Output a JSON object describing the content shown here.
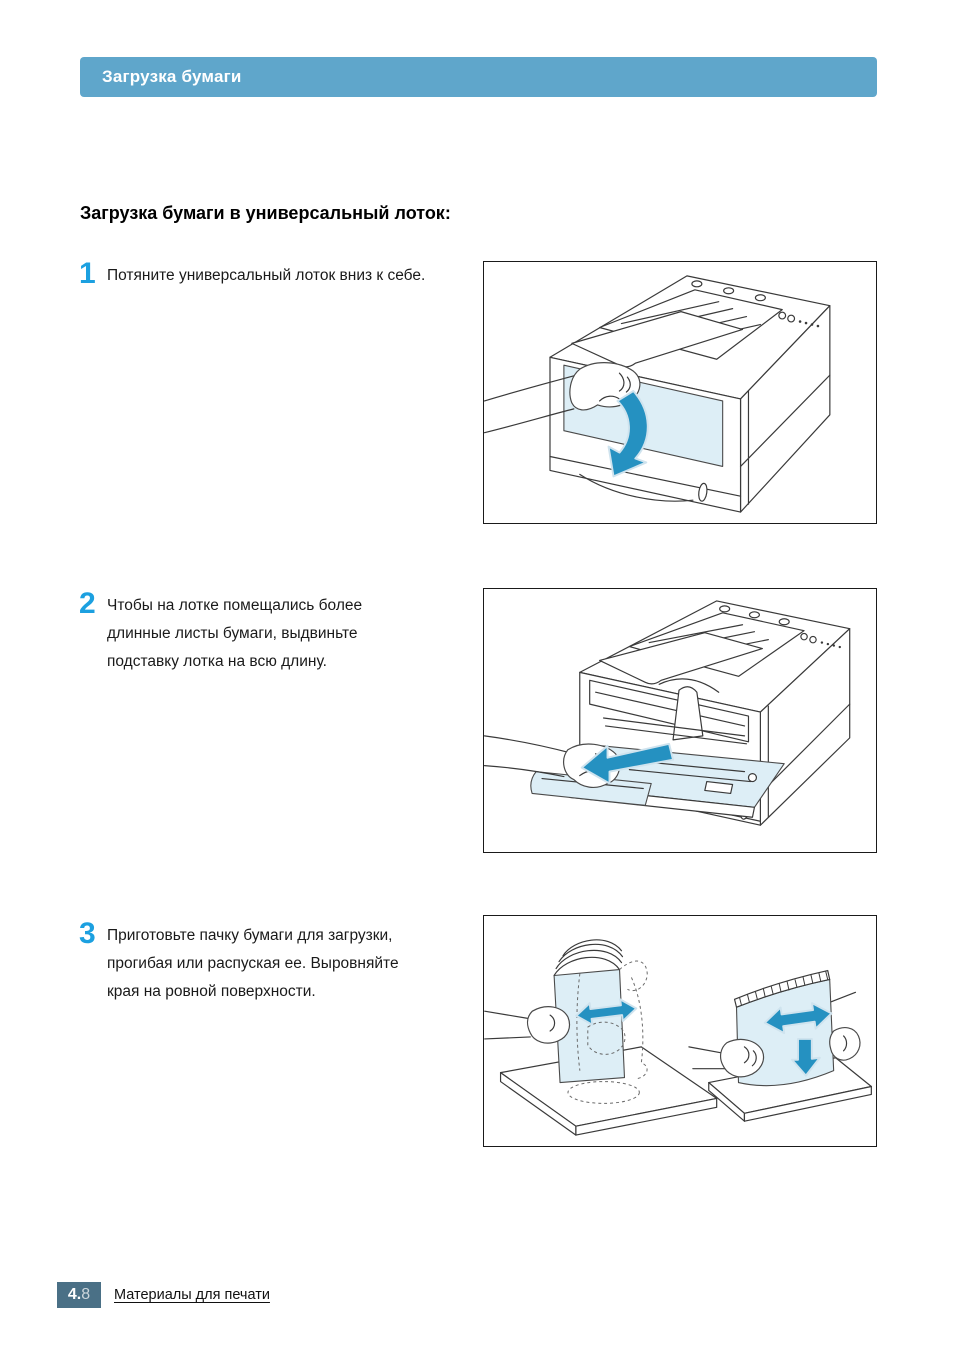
{
  "header": {
    "title": "Загрузка бумаги"
  },
  "section": {
    "heading": "Загрузка бумаги в универсальный лоток:"
  },
  "steps": [
    {
      "number": "1",
      "text": "Потяните универсальный лоток вниз к себе.",
      "figure": "printer-pull-multipurpose-tray-down"
    },
    {
      "number": "2",
      "text": "Чтобы на лотке помещались более\nдлинные листы бумаги, выдвиньте\nподставку лотка на всю длину.",
      "figure": "printer-extend-tray-support"
    },
    {
      "number": "3",
      "text": "Приготовьте пачку бумаги для загрузки,\nпрогибая или распуская ее. Выровняйте\nкрая на ровной поверхности.",
      "figure": "paper-stack-fan-and-flex"
    }
  ],
  "footer": {
    "page_number_bold": "4.",
    "page_number_light": "8",
    "label": "Материалы для печати"
  },
  "colors": {
    "header_bg": "#5fa6cb",
    "step_number_blue": "#1ca0e0",
    "arrow_blue": "#2591c1",
    "paper_fill": "#ddeef6",
    "footer_box": "#4a7086"
  }
}
